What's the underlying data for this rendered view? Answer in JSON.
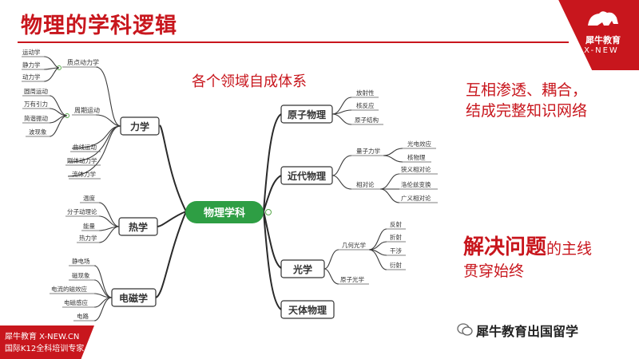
{
  "title": "物理的学科逻辑",
  "brand": {
    "name": "犀牛教育",
    "sub": "X-NEW",
    "footer_line1": "犀牛教育 X-NEW.CN",
    "footer_line2": "国际K12全科培训专家",
    "wechat": "犀牛教育出国留学"
  },
  "colors": {
    "accent": "#c8161d",
    "center": "#2e9e44",
    "line": "#333333"
  },
  "heading": "各个领域自成体系",
  "note1": [
    "互相渗透、耦合，",
    "结成完整知识网络"
  ],
  "note2": {
    "big": "解决问题",
    "small": "的主线",
    "line2": "贯穿始终"
  },
  "mindmap": {
    "center": "物理学科",
    "mechanics": {
      "label": "力学",
      "point_mass": {
        "label": "质点动力学",
        "leaves": [
          "运动学",
          "静力学",
          "动力学"
        ]
      },
      "periodic": {
        "label": "周期运动",
        "leaves": [
          "圆周运动",
          "万有引力",
          "简谐振动",
          "波现象"
        ]
      },
      "others": [
        "曲线运动",
        "刚体动力学",
        "流体力学"
      ]
    },
    "thermal": {
      "label": "热学",
      "leaves": [
        "温度",
        "分子动理论",
        "能量",
        "热力学"
      ]
    },
    "em": {
      "label": "电磁学",
      "leaves": [
        "静电场",
        "磁现象",
        "电流的磁效应",
        "电磁感应",
        "电路"
      ]
    },
    "atomic": {
      "label": "原子物理",
      "leaves": [
        "放射性",
        "核反应",
        "原子结构"
      ]
    },
    "modern": {
      "label": "近代物理",
      "quantum": {
        "label": "量子力学",
        "leaves": [
          "光电效应",
          "核物理"
        ]
      },
      "relativity": {
        "label": "相对论",
        "leaves": [
          "狭义相对论",
          "洛伦兹变换",
          "广义相对论"
        ]
      }
    },
    "optics": {
      "label": "光学",
      "geometric": {
        "label": "几何光学",
        "leaves": [
          "反射",
          "折射",
          "干涉",
          "衍射"
        ]
      },
      "atomic_optics": "原子光学"
    },
    "celestial": {
      "label": "天体物理"
    }
  }
}
